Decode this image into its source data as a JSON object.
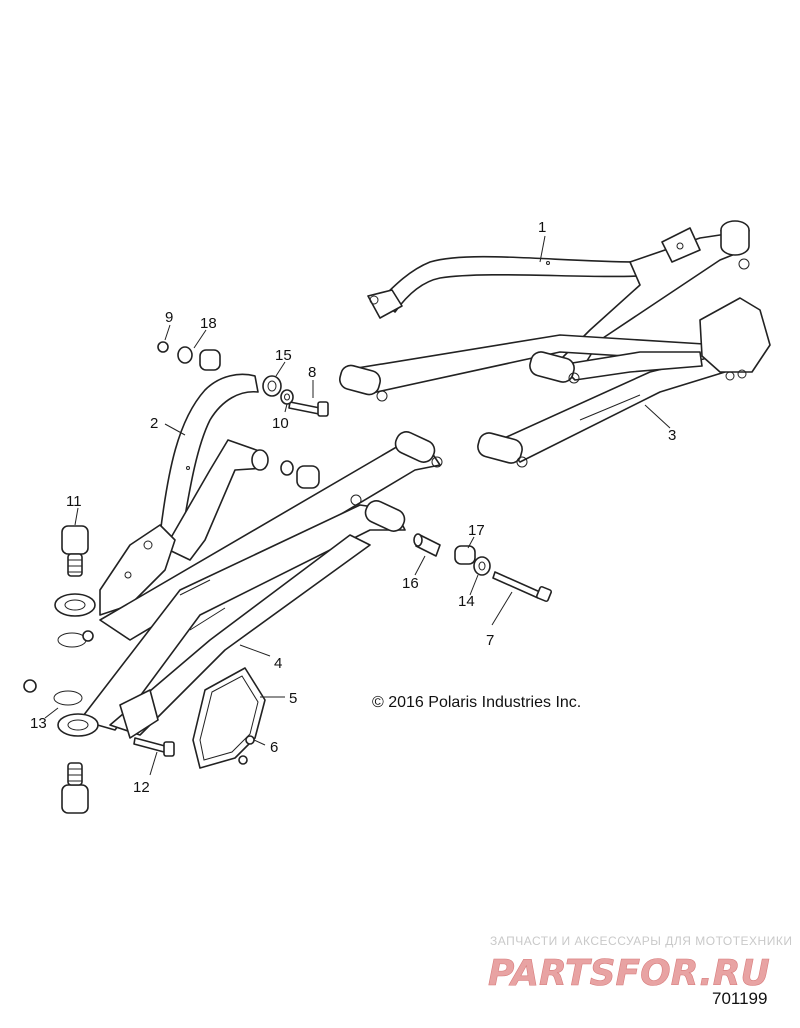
{
  "callouts": [
    {
      "id": "1",
      "label": "1"
    },
    {
      "id": "2",
      "label": "2"
    },
    {
      "id": "3",
      "label": "3"
    },
    {
      "id": "4",
      "label": "4"
    },
    {
      "id": "5",
      "label": "5"
    },
    {
      "id": "6",
      "label": "6"
    },
    {
      "id": "7",
      "label": "7"
    },
    {
      "id": "8",
      "label": "8"
    },
    {
      "id": "9",
      "label": "9"
    },
    {
      "id": "10",
      "label": "10"
    },
    {
      "id": "11",
      "label": "11"
    },
    {
      "id": "12",
      "label": "12"
    },
    {
      "id": "13",
      "label": "13"
    },
    {
      "id": "14",
      "label": "14"
    },
    {
      "id": "15",
      "label": "15"
    },
    {
      "id": "16",
      "label": "16"
    },
    {
      "id": "17",
      "label": "17"
    },
    {
      "id": "18",
      "label": "18"
    }
  ],
  "copyright": "© 2016 Polaris Industries Inc.",
  "diagram_id": "701199",
  "watermark": {
    "tagline": "ЗАПЧАСТИ И АКСЕССУАРЫ ДЛЯ МОТОТЕХНИКИ",
    "logo": "PARTSFOR.RU"
  },
  "colors": {
    "line": "#222222",
    "watermark_logo": "#e8a3a3",
    "watermark_text": "#c9c9c9"
  }
}
